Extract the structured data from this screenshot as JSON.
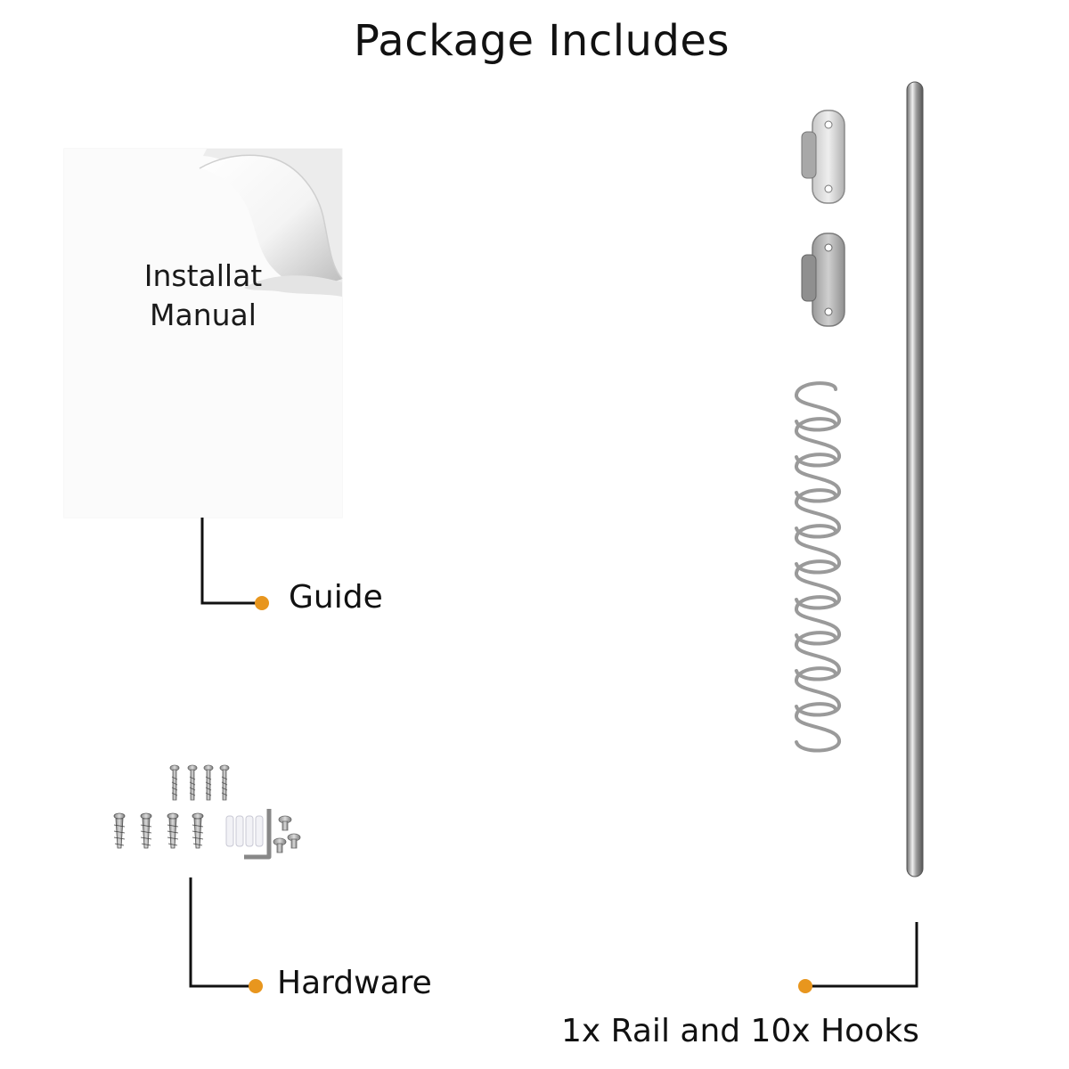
{
  "title": "Package Includes",
  "items": {
    "guide": {
      "label": "Guide"
    },
    "hardware": {
      "label": "Hardware"
    },
    "rail": {
      "label": "1x Rail and 10x Hooks"
    }
  },
  "manual": {
    "text_line1": "Installat",
    "text_line2": "Manual"
  },
  "colors": {
    "accent_dot": "#e8961e",
    "line": "#111111",
    "metal": "#b8b8b8"
  },
  "icons": [
    "manual-icon",
    "screw-icon",
    "anchor-icon",
    "allen-key-icon",
    "bracket-icon",
    "s-hook-icon",
    "rail-icon"
  ]
}
